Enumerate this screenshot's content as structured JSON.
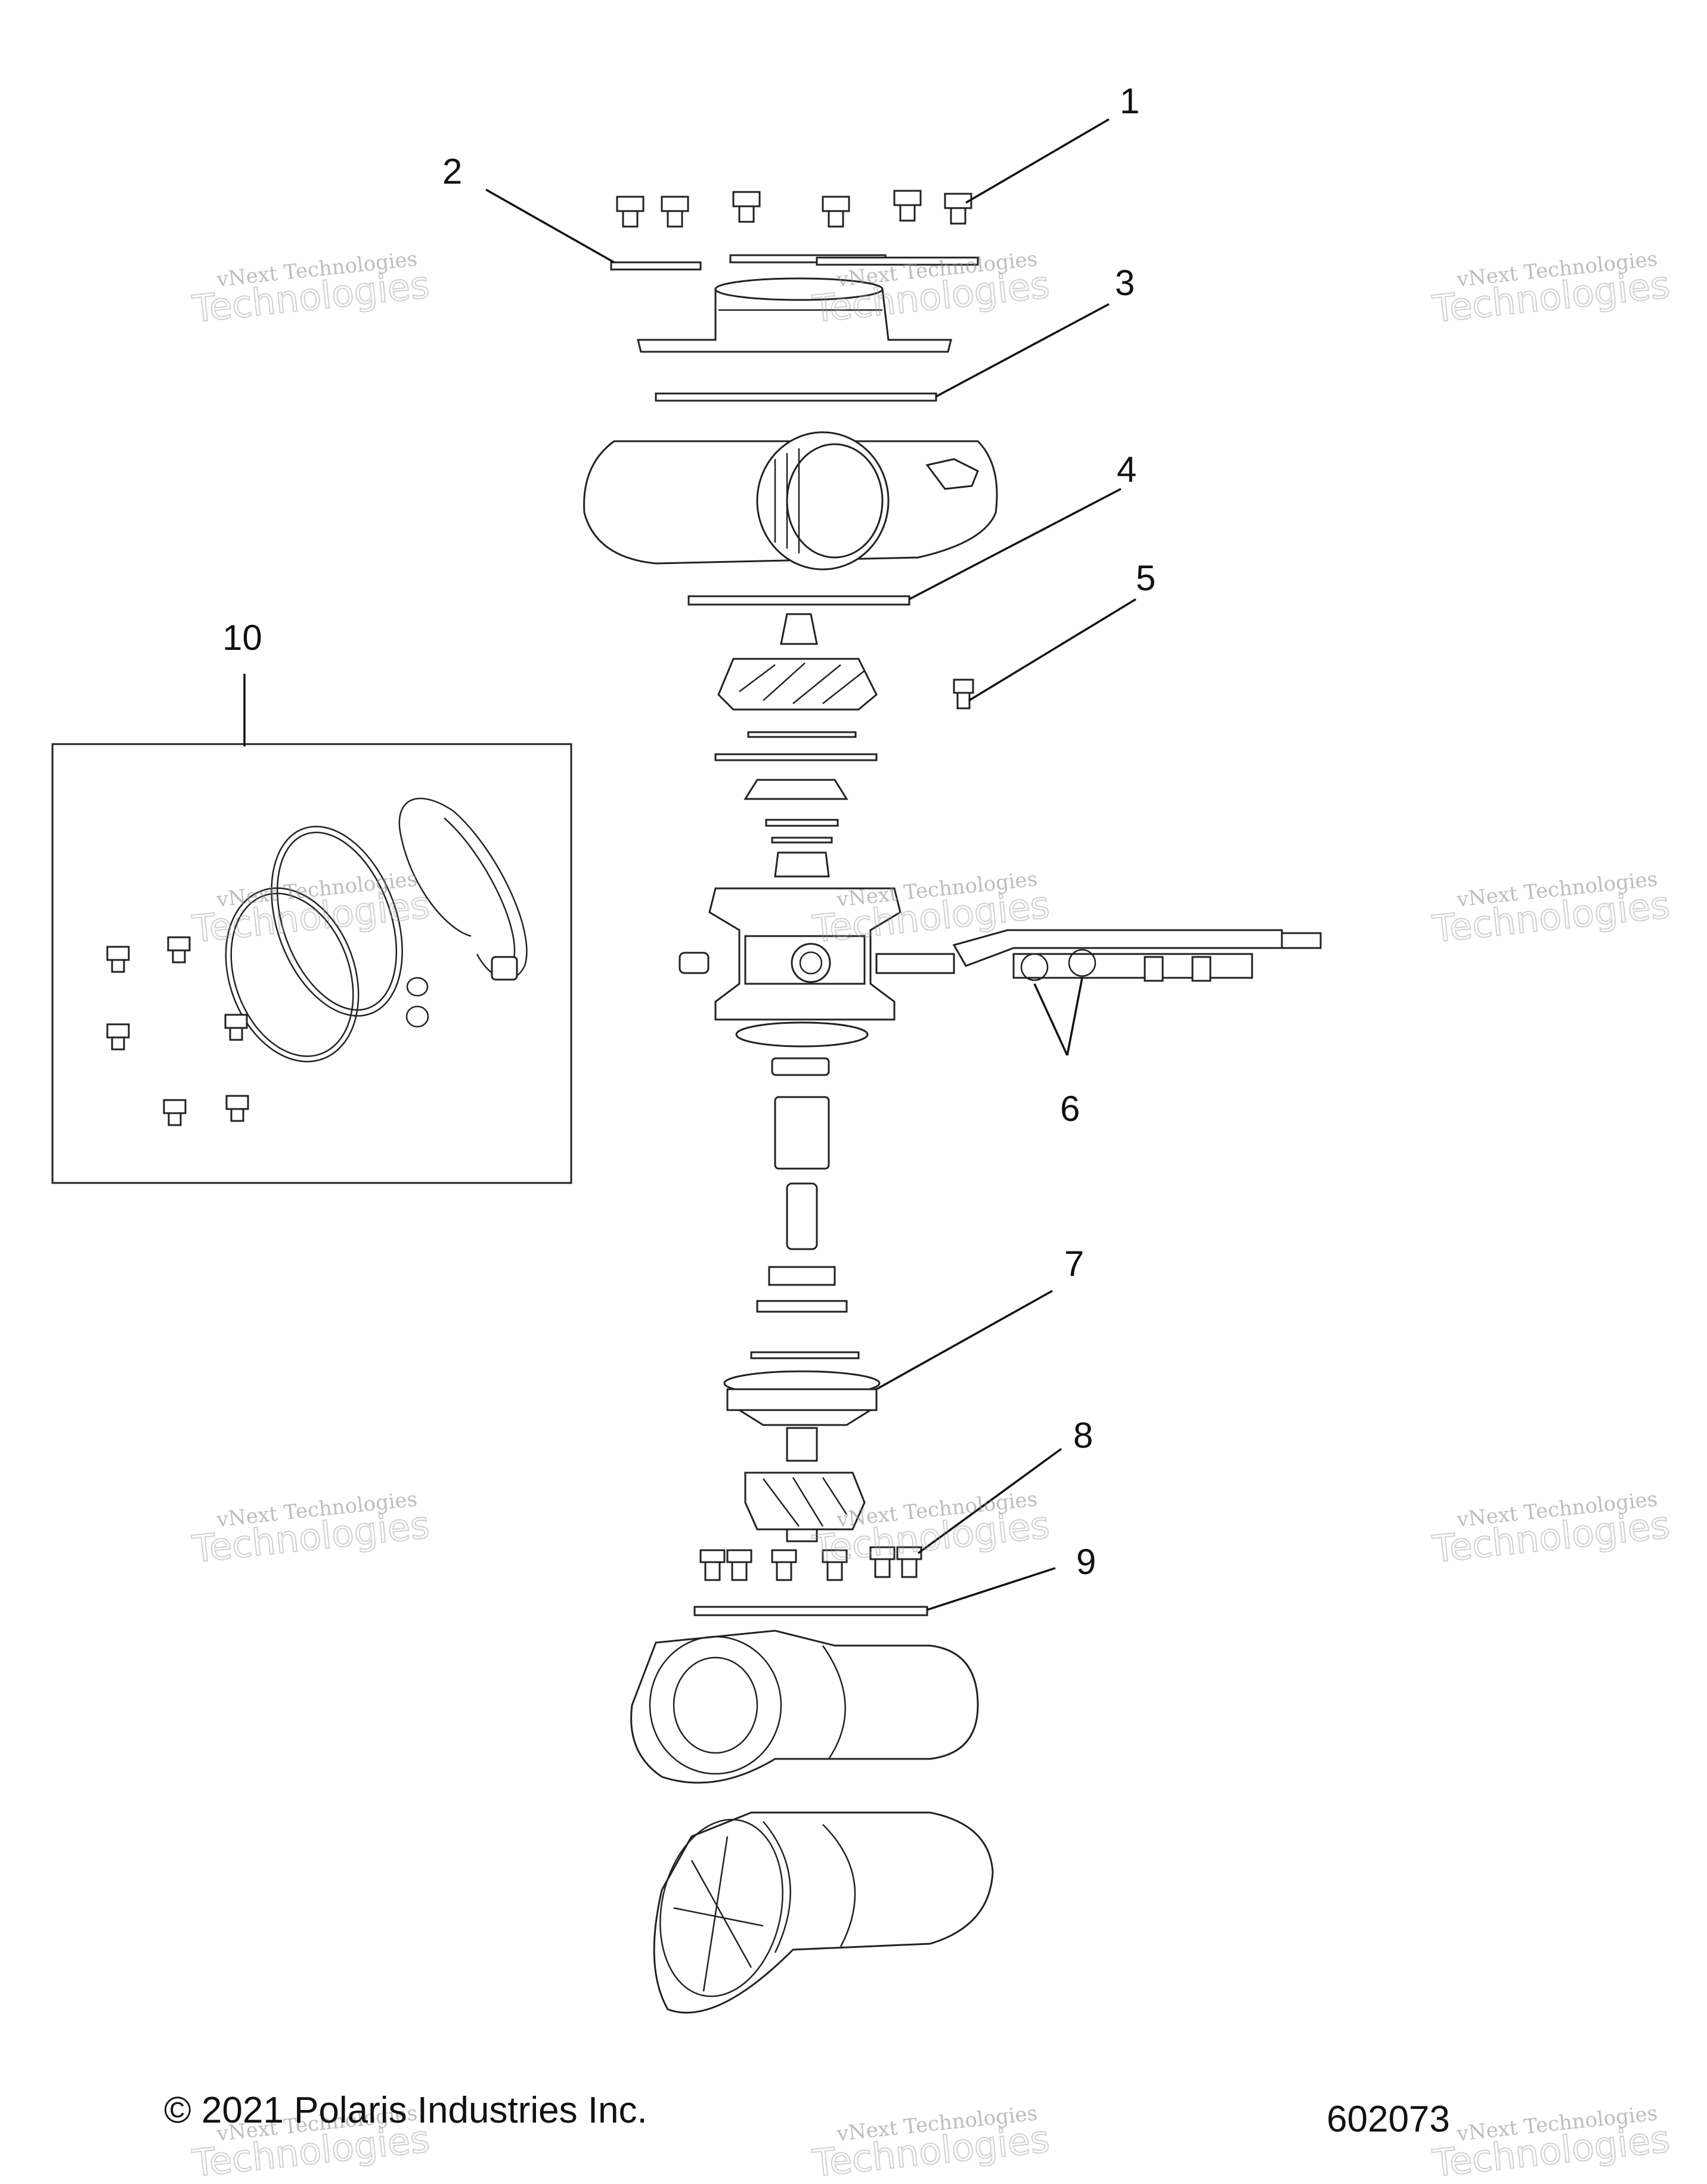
{
  "callouts": [
    {
      "id": "1",
      "label": "1"
    },
    {
      "id": "2",
      "label": "2"
    },
    {
      "id": "3",
      "label": "3"
    },
    {
      "id": "4",
      "label": "4"
    },
    {
      "id": "5",
      "label": "5"
    },
    {
      "id": "6",
      "label": "6"
    },
    {
      "id": "7",
      "label": "7"
    },
    {
      "id": "8",
      "label": "8"
    },
    {
      "id": "9",
      "label": "9"
    },
    {
      "id": "10",
      "label": "10"
    }
  ],
  "footer": {
    "copyright": "© 2021 Polaris Industries Inc.",
    "diagram_number": "602073"
  },
  "watermark": {
    "line1": "vNext Technologies",
    "line2": "Technologies"
  }
}
